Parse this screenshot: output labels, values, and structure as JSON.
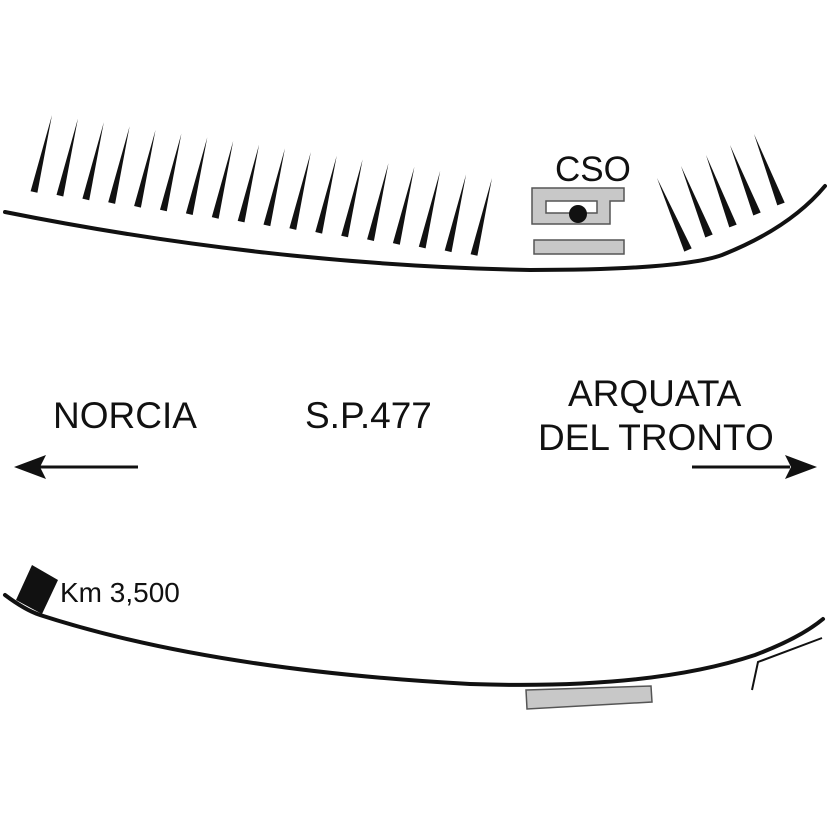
{
  "labels": {
    "station": "CSO",
    "road": "S.P.477",
    "left_destination": "NORCIA",
    "right_destination_line1": "ARQUATA",
    "right_destination_line2": "DEL TRONTO",
    "milestone": "Km 3,500"
  },
  "colors": {
    "ink": "#111111",
    "structure_fill": "#c8c8c8",
    "structure_stroke": "#555555",
    "background": "#ffffff"
  },
  "icons": {
    "left_arrow": "arrow-left-icon",
    "right_arrow": "arrow-right-icon",
    "station_marker": "filled-circle-icon",
    "milestone_marker": "black-square-marker"
  }
}
